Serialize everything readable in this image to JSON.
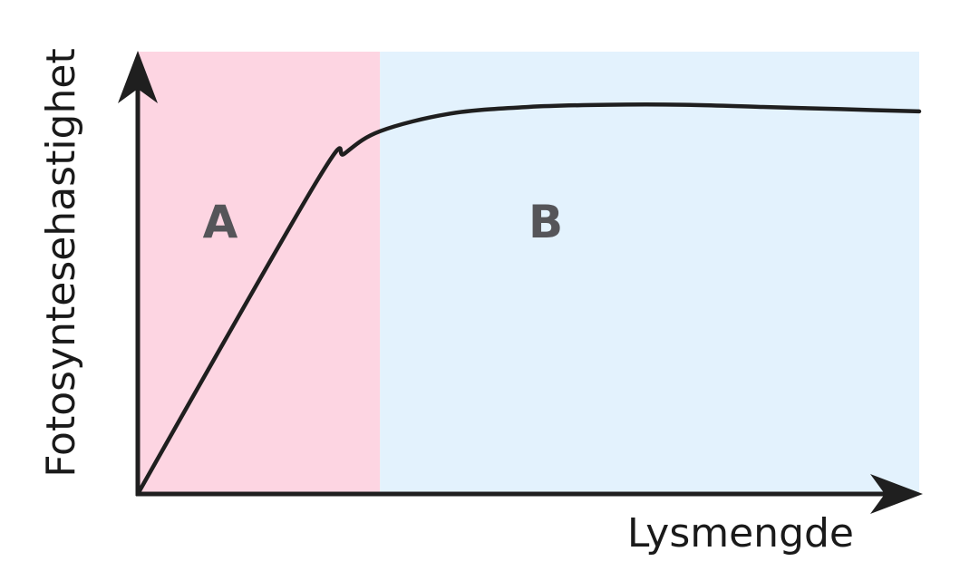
{
  "chart_data": {
    "type": "line",
    "title": "",
    "xlabel": "Lysmengde",
    "ylabel": "Fotosyntesehastighet",
    "xlim": [
      0,
      100
    ],
    "ylim": [
      0,
      100
    ],
    "grid": false,
    "regions": [
      {
        "label": "A",
        "x_start": 0,
        "x_end": 31,
        "color": "#fdd5e2"
      },
      {
        "label": "B",
        "x_start": 31,
        "x_end": 100,
        "color": "#e3f2fd"
      }
    ],
    "series": [
      {
        "color": "#1f1f1f",
        "x": [
          0,
          23,
          26.5,
          31,
          40,
          50,
          60,
          70,
          80,
          90,
          100
        ],
        "y": [
          0,
          71,
          77,
          82,
          86,
          87.5,
          88,
          88,
          87.5,
          87,
          86.5
        ]
      }
    ]
  },
  "colors": {
    "axis": "#1f1f1f",
    "curve": "#1f1f1f",
    "region_label": "#555559"
  }
}
